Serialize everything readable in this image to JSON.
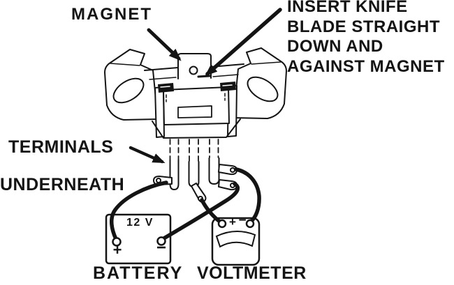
{
  "figure": {
    "magnet_label": "MAGNET",
    "knife_note": "INSERT KNIFE\nBLADE STRAIGHT\nDOWN AND\nAGAINST MAGNET",
    "terminals_note": {
      "line1": "TERMINALS",
      "line2": "UNDERNEATH"
    },
    "battery": {
      "label": "BATTERY",
      "voltage": "12 V",
      "positive": "+",
      "negative": "−"
    },
    "voltmeter": {
      "label": "VOLTMETER",
      "positive": "+",
      "negative": "−"
    },
    "colors": {
      "ink": "#141414",
      "background": "#ffffff"
    },
    "connections": [
      {
        "from": "battery-positive",
        "to": "switch-left-terminal"
      },
      {
        "from": "battery-negative",
        "to": "switch-right-terminal-lower-lug"
      },
      {
        "from": "voltmeter-positive",
        "to": "switch-middle-terminal"
      },
      {
        "from": "voltmeter-negative",
        "to": "switch-right-terminal-upper-lug"
      }
    ]
  }
}
